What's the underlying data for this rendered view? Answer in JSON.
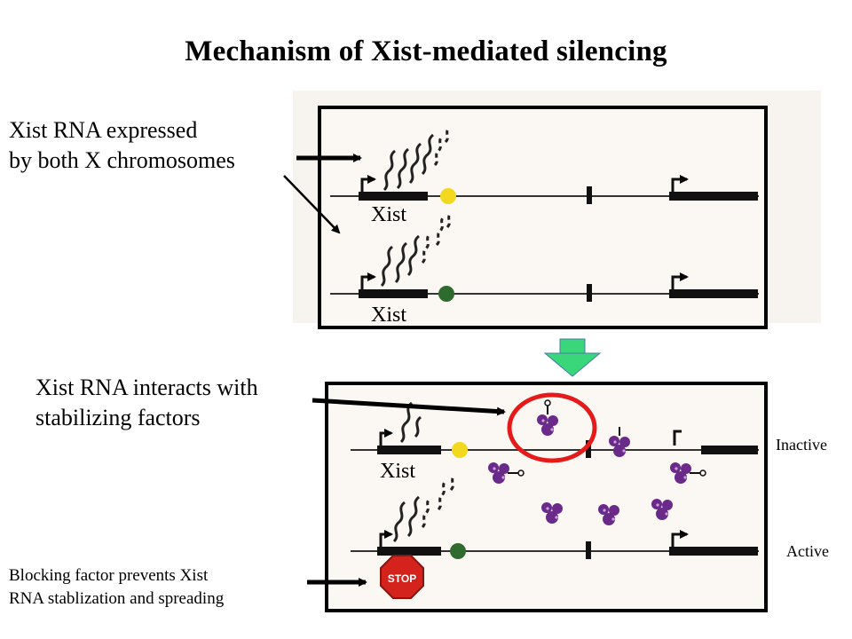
{
  "title": "Mechanism of Xist-mediated silencing",
  "labels": {
    "expressed_line1": "Xist RNA expressed",
    "expressed_line2": "by both X chromosomes",
    "interacts_line1": "Xist RNA interacts with",
    "interacts_line2": "stabilizing factors",
    "blocking_line1": "Blocking factor prevents Xist",
    "blocking_line2": "RNA stablization and spreading",
    "xist_top_a": "Xist",
    "xist_top_b": "Xist",
    "xist_bottom": "Xist",
    "inactive": "Inactive",
    "active": "Active",
    "stop_sign": "STOP"
  },
  "colors": {
    "yellow_marker": "#f2d81e",
    "green_marker": "#2f6b2f",
    "factor_purple": "#6a2a8a",
    "highlight_circle": "#e51b1b",
    "transition_arrow": "#3ad67a",
    "stop_red": "#d4231c"
  }
}
